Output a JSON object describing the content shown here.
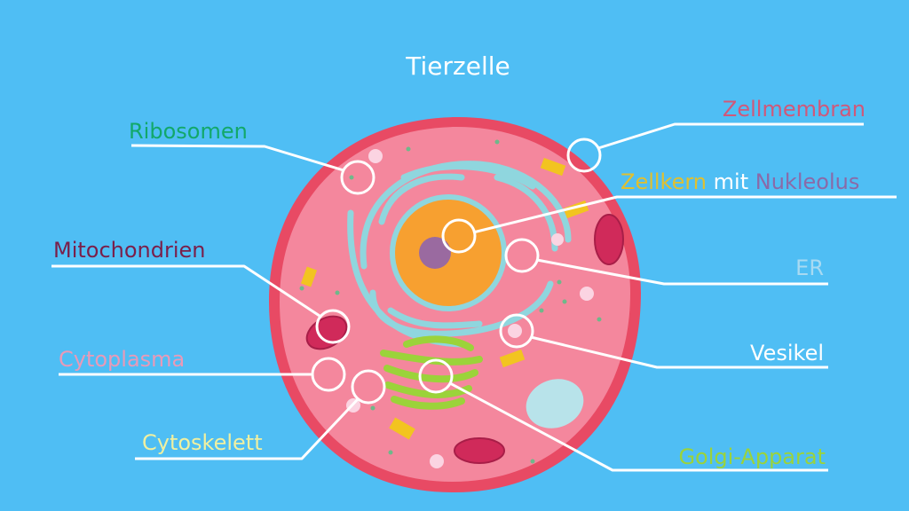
{
  "title": "Tierzelle",
  "labels": {
    "ribosomen": "Ribosomen",
    "zellmembran": "Zellmembran",
    "zellkern": "Zellkern",
    "mit": "mit",
    "nukleolus": "Nukleolus",
    "mitochondrien": "Mitochondrien",
    "er": "ER",
    "vesikel": "Vesikel",
    "cytoplasma": "Cytoplasma",
    "cytoskelett": "Cytoskelett",
    "golgi": "Golgi-Apparat"
  },
  "colors": {
    "background": "#4fbef4",
    "membrane": "#e84a64",
    "cytoplasm": "#f4879d",
    "nucleus": "#f7a030",
    "nucleolus": "#9a6aa0",
    "er": "#8fd6de",
    "golgi": "#9bd33a",
    "ribosomen_text": "#12a86a",
    "zellmembran_text": "#d0587a",
    "zellkern_text": "#e0c030",
    "nukleolus_text": "#8a6aa8",
    "mitochondrien_text": "#7a1f4a",
    "er_text": "#a8daf2",
    "cytoplasma_text": "#e89ab8",
    "cytoskelett_text": "#f0f0a0"
  }
}
